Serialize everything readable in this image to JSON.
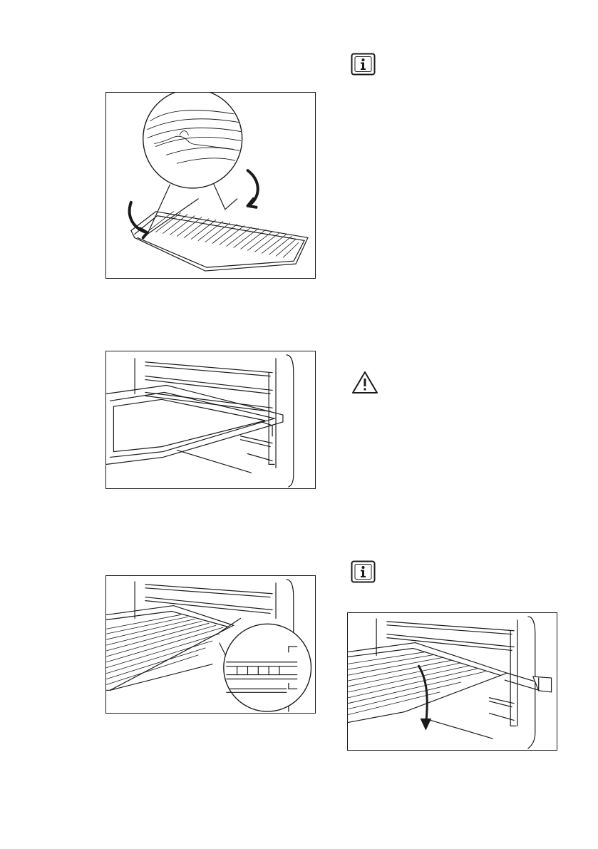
{
  "page": {
    "background": "#ffffff",
    "ink_color": "#1a1a1a"
  },
  "figures": [
    {
      "name": "grid-placed-on-tray-illustration",
      "zoom_inset": "grid-edge-detail",
      "arrows": 2
    },
    {
      "name": "tray-inserted-in-shelf-rails-illustration",
      "zoom_inset": null,
      "arrows": 0
    },
    {
      "name": "grid-inserted-in-shelf-rails-illustration",
      "zoom_inset": "rail-detail",
      "arrows": 0
    },
    {
      "name": "telescopic-runner-grid-illustration",
      "zoom_inset": null,
      "arrows": 1
    }
  ],
  "icons": [
    {
      "name": "information-icon",
      "glyph": "i"
    },
    {
      "name": "warning-triangle-icon",
      "glyph": "!"
    },
    {
      "name": "information-icon",
      "glyph": "i"
    }
  ]
}
